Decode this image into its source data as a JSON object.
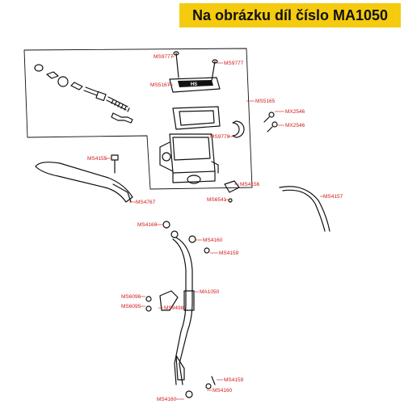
{
  "header": {
    "text": "Na obrázku díl číslo MA1050",
    "color": "#f5cb0f"
  },
  "labels": {
    "ms9777_a": "MS9777",
    "ms9777_b": "MS9777",
    "ms5167": "MS5167",
    "ms5165": "MS5165",
    "mx2546_a": "MX2546",
    "mx2546_b": "MX2546",
    "ms9779": "MS9779",
    "ms4155": "MS4155",
    "ms4156": "MS4156",
    "ms6541": "MS6541",
    "ms4767": "MS4767",
    "ms4157": "MS4157",
    "ms4160_a": "MS4160",
    "ms4160_b": "MS4160",
    "ms4159_a": "MS4159",
    "ms1050": "MA1050",
    "ms6096": "MS6096",
    "ms6095": "MS6095",
    "ms9498": "MS9498",
    "ms4159_b": "MS4159",
    "ms4160_c": "MS4160",
    "ms4160_d": "MS4160"
  },
  "cap_logo": "HS",
  "label_color": "#d01818"
}
